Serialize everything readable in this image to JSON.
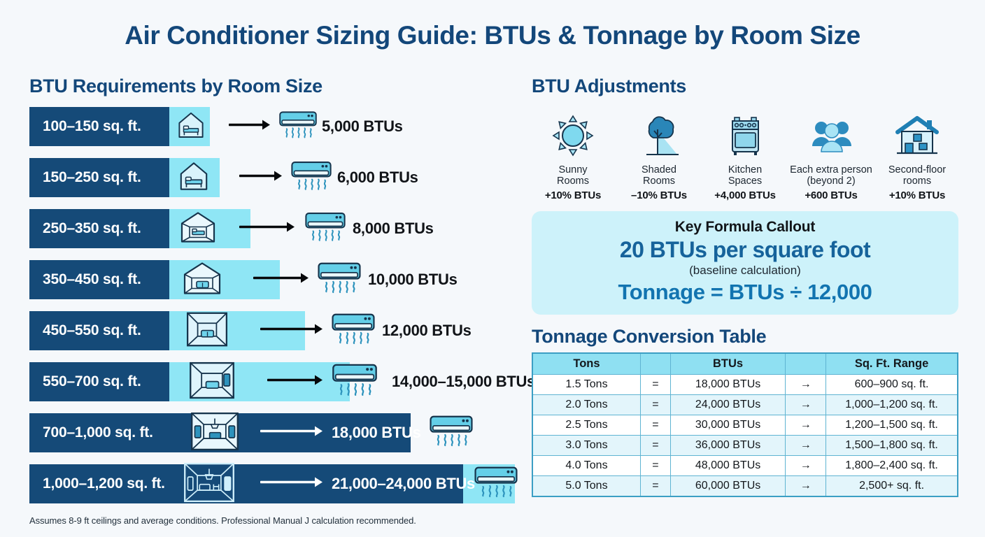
{
  "title": "Air Conditioner Sizing Guide: BTUs & Tonnage by Room Size",
  "colors": {
    "background": "#f5f8fb",
    "navy": "#154a78",
    "cyan": "#8fe6f5",
    "pale_cyan": "#cdf2fa",
    "heading_blue": "#13477a",
    "accent_blue": "#1274b0"
  },
  "left": {
    "heading": "BTU Requirements by Room Size",
    "footnote": "Assumes 8-9 ft ceilings and average conditions. Professional Manual J calculation recommended.",
    "rows": [
      {
        "sqft": "100–150 sq. ft.",
        "btus": "5,000 BTUs",
        "room_icon": "bedroom-small-icon",
        "ac_icon": "ac-unit-icon"
      },
      {
        "sqft": "150–250 sq. ft.",
        "btus": "6,000 BTUs",
        "room_icon": "bedroom-icon",
        "ac_icon": "ac-unit-icon"
      },
      {
        "sqft": "250–350 sq. ft.",
        "btus": "8,000 BTUs",
        "room_icon": "room-bed-3d-icon",
        "ac_icon": "ac-unit-icon"
      },
      {
        "sqft": "350–450 sq. ft.",
        "btus": "10,000 BTUs",
        "room_icon": "room-sofa-3d-icon",
        "ac_icon": "ac-unit-icon"
      },
      {
        "sqft": "450–550 sq. ft.",
        "btus": "12,000 BTUs",
        "room_icon": "room-wide-sofa-icon",
        "ac_icon": "ac-unit-icon"
      },
      {
        "sqft": "550–700 sq. ft.",
        "btus": "14,000–15,000 BTUs",
        "room_icon": "room-large-icon",
        "ac_icon": "ac-unit-icon"
      },
      {
        "sqft": "700–1,000 sq. ft.",
        "btus": "18,000 BTUs",
        "room_icon": "room-xl-icon",
        "ac_icon": "ac-unit-icon"
      },
      {
        "sqft": "1,000–1,200 sq. ft.",
        "btus": "21,000–24,000 BTUs",
        "room_icon": "room-xxl-icon",
        "ac_icon": "ac-unit-icon"
      }
    ]
  },
  "right": {
    "adjustments_heading": "BTU Adjustments",
    "adjustments": [
      {
        "line1": "Sunny",
        "line2": "Rooms",
        "value": "+10% BTUs",
        "icon": "sun-icon"
      },
      {
        "line1": "Shaded",
        "line2": "Rooms",
        "value": "–10% BTUs",
        "icon": "tree-shade-icon"
      },
      {
        "line1": "Kitchen",
        "line2": "Spaces",
        "value": "+4,000 BTUs",
        "icon": "stove-icon"
      },
      {
        "line1": "Each extra person",
        "line2": "(beyond 2)",
        "value": "+600 BTUs",
        "icon": "people-group-icon"
      },
      {
        "line1": "Second-floor",
        "line2": "rooms",
        "value": "+10% BTUs",
        "icon": "house-icon"
      }
    ],
    "callout": {
      "title": "Key Formula Callout",
      "main": "20 BTUs per square foot",
      "sub": "(baseline calculation)",
      "formula": "Tonnage = BTUs ÷ 12,000"
    },
    "table_heading": "Tonnage Conversion Table",
    "table": {
      "headers": [
        "Tons",
        "",
        "BTUs",
        "",
        "Sq. Ft. Range"
      ],
      "rows": [
        [
          "1.5 Tons",
          "=",
          "18,000 BTUs",
          "→",
          "600–900 sq. ft."
        ],
        [
          "2.0 Tons",
          "=",
          "24,000 BTUs",
          "→",
          "1,000–1,200 sq. ft."
        ],
        [
          "2.5 Tons",
          "=",
          "30,000 BTUs",
          "→",
          "1,200–1,500 sq. ft."
        ],
        [
          "3.0 Tons",
          "=",
          "36,000 BTUs",
          "→",
          "1,500–1,800 sq. ft."
        ],
        [
          "4.0 Tons",
          "=",
          "48,000 BTUs",
          "→",
          "1,800–2,400 sq. ft."
        ],
        [
          "5.0 Tons",
          "=",
          "60,000 BTUs",
          "→",
          "2,500+ sq. ft."
        ]
      ]
    }
  }
}
